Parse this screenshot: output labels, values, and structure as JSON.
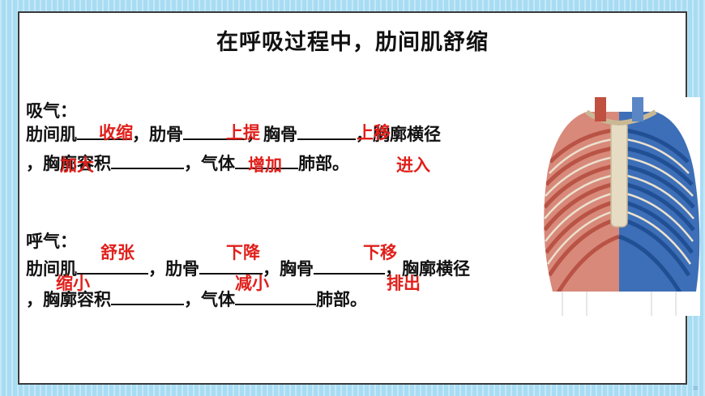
{
  "title": "在呼吸过程中，肋间肌舒缩",
  "inhale": {
    "heading": "吸气：",
    "l1": {
      "a": "肋间肌",
      "b": "，肋骨",
      "c": "，胸骨",
      "d": "，胸廓横径"
    },
    "l2": {
      "a": "，胸廓容积",
      "b": "，气体",
      "c": "肺部。"
    },
    "answers": {
      "muscle": "收缩",
      "rib": "上提",
      "sternum": "上移",
      "thorax": "加大",
      "volume": "增加",
      "gas": "进入"
    }
  },
  "exhale": {
    "heading": "呼气：",
    "l1": {
      "a": "肋间肌",
      "b": "，肋骨",
      "c": "，胸骨",
      "d": "，胸廓横径"
    },
    "l2": {
      "a": "，胸廓容积",
      "b": "，气体",
      "c": "肺部。"
    },
    "answers": {
      "muscle": "舒张",
      "rib": "下降",
      "sternum": "下移",
      "thorax": "缩小",
      "volume": "减小",
      "gas": "排出"
    }
  },
  "corner_mark": "≡"
}
